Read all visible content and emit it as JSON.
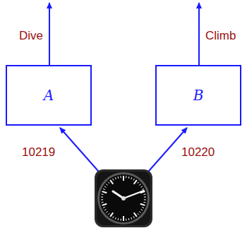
{
  "diagram": {
    "nodes": [
      {
        "text": [
          "A"
        ]
      },
      {
        "text": [
          "B"
        ]
      }
    ],
    "labels": [
      "Dive",
      "Climb",
      "10219",
      "10220"
    ]
  }
}
